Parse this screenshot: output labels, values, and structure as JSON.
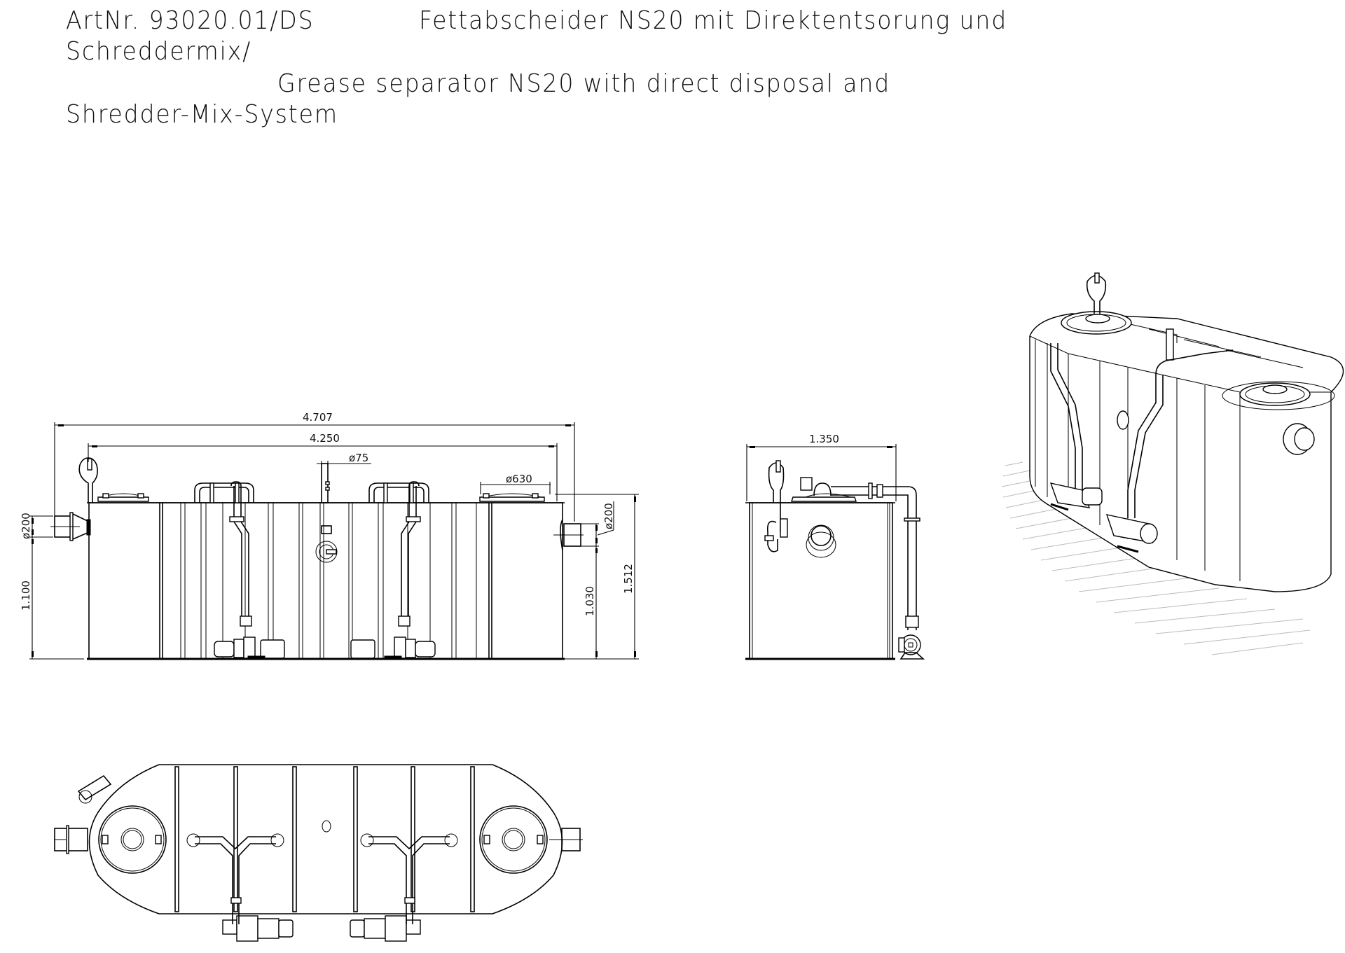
{
  "title": {
    "line1_artnr": "ArtNr. 93020.01/DS",
    "line1_de": "Fettabscheider NS20 mit Direktentsorung und",
    "line2_de": "Schreddermix/",
    "line3_en": "Grease separator NS20 with direct disposal and",
    "line4_en": "Shredder-Mix-System"
  },
  "views": {
    "front": {
      "name": "front-elevation",
      "dimensions": {
        "overall_length": "4.707",
        "tank_length": "4.250",
        "vent_diameter": "ø75",
        "manhole_diameter": "ø630",
        "inlet_diameter": "ø200",
        "outlet_diameter": "ø200",
        "inlet_height": "1.100",
        "outlet_height": "1.030",
        "overall_height": "1.512"
      }
    },
    "side": {
      "name": "side-elevation",
      "dimensions": {
        "width": "1.350"
      }
    },
    "plan": {
      "name": "plan-view"
    },
    "iso": {
      "name": "isometric-view"
    }
  },
  "colors": {
    "line": "#000000",
    "background": "#ffffff",
    "hatch": "#bbbbbb"
  }
}
